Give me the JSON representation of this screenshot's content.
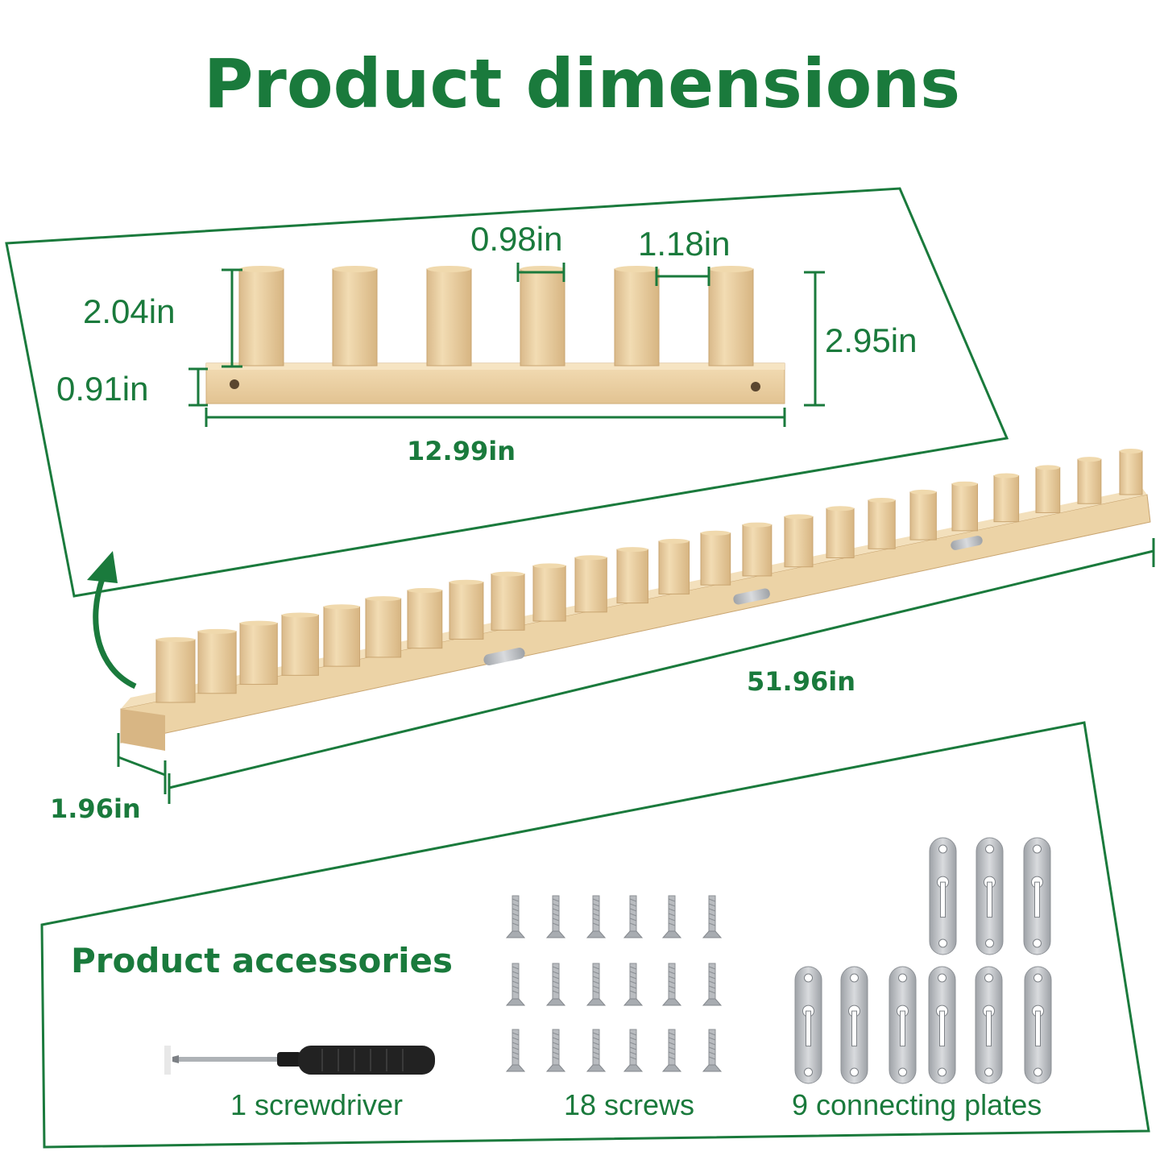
{
  "title": "Product dimensions",
  "colors": {
    "accent": "#1a7a3c",
    "wood": "#e9cf9f",
    "wood_dark": "#c9a571",
    "steel": "#b9bcc0"
  },
  "single_rack": {
    "peg_diameter": "0.98in",
    "peg_spacing": "1.18in",
    "peg_height": "2.04in",
    "base_height": "0.91in",
    "total_height": "2.95in",
    "length": "12.99in"
  },
  "combined_rack": {
    "length": "51.96in",
    "depth": "1.96in"
  },
  "accessories": {
    "heading": "Product accessories",
    "screwdriver_label": "1 screwdriver",
    "screws_label": "18 screws",
    "plates_label": "9 connecting plates"
  }
}
